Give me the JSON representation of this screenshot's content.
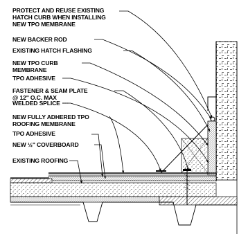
{
  "callouts": [
    {
      "id": "hatch-curb",
      "lines": [
        "PROTECT AND REUSE EXISTING",
        "HATCH CURB WHEN INSTALLING",
        "NEW TPO MEMBRANE"
      ]
    },
    {
      "id": "backer-rod",
      "lines": [
        "NEW BACKER ROD"
      ]
    },
    {
      "id": "hatch-flashing",
      "lines": [
        "EXISTING HATCH FLASHING"
      ]
    },
    {
      "id": "tpo-curb-membrane",
      "lines": [
        "NEW TPO CURB",
        "MEMBRANE"
      ]
    },
    {
      "id": "tpo-adhesive-1",
      "lines": [
        "TPO ADHESIVE"
      ]
    },
    {
      "id": "fastener-seam-plate",
      "lines": [
        "FASTENER & SEAM PLATE",
        "@ 12\" O.C. MAX"
      ]
    },
    {
      "id": "welded-splice",
      "lines": [
        "WELDED SPLICE"
      ]
    },
    {
      "id": "adhered-tpo",
      "lines": [
        "NEW FULLY ADHERED TPO",
        "ROOFING MEMBRANE"
      ]
    },
    {
      "id": "tpo-adhesive-2",
      "lines": [
        "TPO ADHESIVE"
      ]
    },
    {
      "id": "coverboard",
      "lines": [
        "NEW ½\" COVERBOARD"
      ]
    },
    {
      "id": "existing-roofing",
      "lines": [
        "EXISTING ROOFING"
      ]
    }
  ]
}
